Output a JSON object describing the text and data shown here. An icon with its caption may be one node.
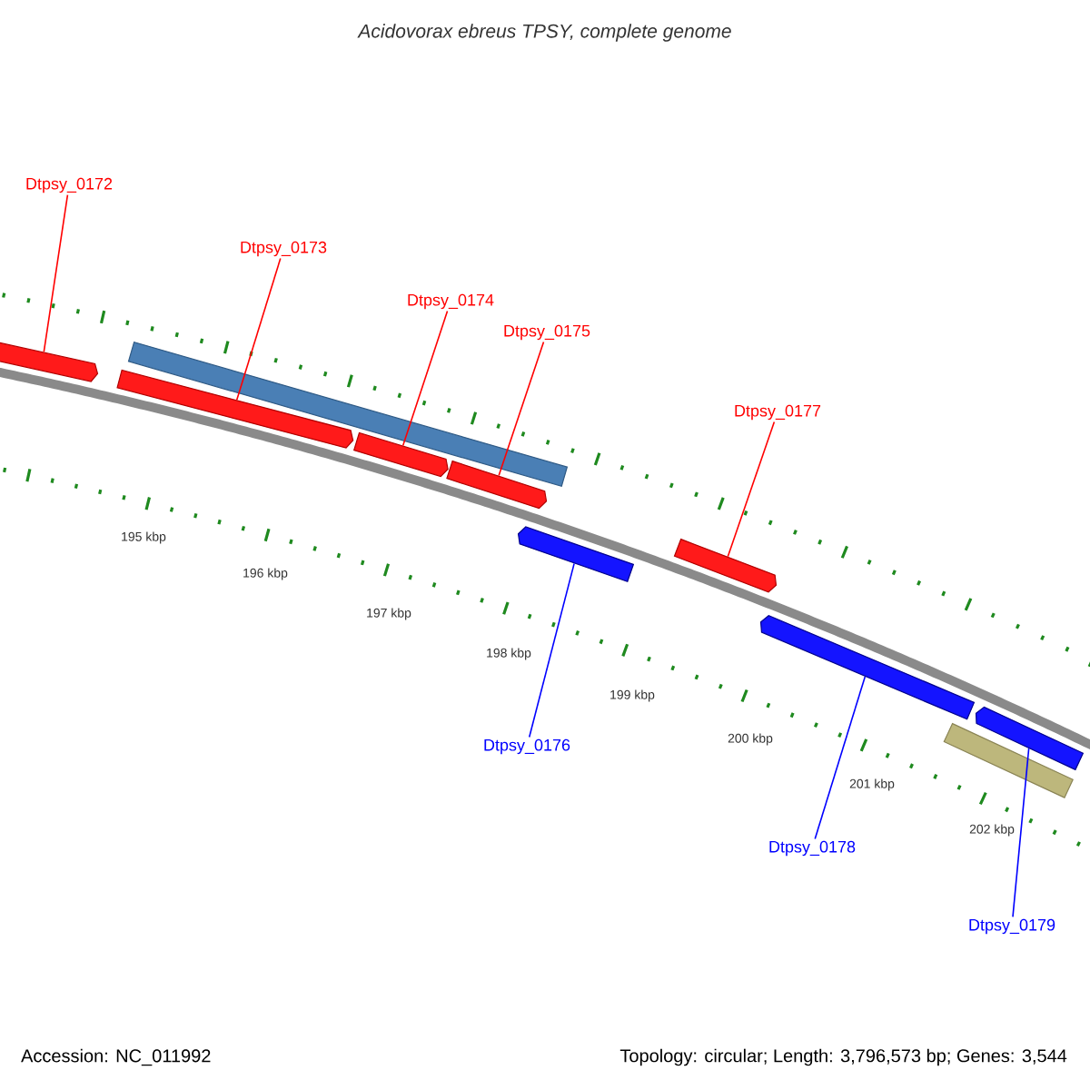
{
  "diagram": {
    "title": "Acidovorax ebreus TPSY, complete genome",
    "nodes": [
      {
        "text": [
          "Dtpsy_0172"
        ]
      },
      {
        "text": [],
        "shape": "box"
      },
      {
        "text": [
          "Dtpsy_0173"
        ]
      },
      {
        "text": [],
        "shape": "box"
      },
      {
        "text": [],
        "shape": "bar"
      },
      {
        "text": [
          "Dtpsy_0174"
        ]
      },
      {
        "text": [],
        "shape": "box"
      },
      {
        "text": [
          "Dtpsy_0175"
        ]
      },
      {
        "text": [],
        "shape": "box"
      },
      {
        "text": [
          "Dtpsy_0177"
        ]
      },
      {
        "text": [],
        "shape": "box"
      },
      {
        "text": [
          "Dtpsy_0176"
        ]
      },
      {
        "text": [],
        "shape": "box"
      },
      {
        "text": [
          "Dtpsy_0178"
        ]
      },
      {
        "text": [],
        "shape": "box"
      },
      {
        "text": [
          "Dtpsy_0179"
        ]
      },
      {
        "text": [],
        "shape": "box"
      },
      {
        "text": [],
        "shape": "bar"
      }
    ],
    "edges": [
      {
        "from": 0,
        "to": 1,
        "arrow": "none"
      },
      {
        "from": 2,
        "to": 3,
        "arrow": "none"
      },
      {
        "from": 5,
        "to": 6,
        "arrow": "none"
      },
      {
        "from": 7,
        "to": 8,
        "arrow": "none"
      },
      {
        "from": 9,
        "to": 10,
        "arrow": "none"
      },
      {
        "from": 11,
        "to": 12,
        "arrow": "none",
        "color": "#0000ff"
      },
      {
        "from": 13,
        "to": 14,
        "arrow": "none",
        "color": "#0000ff"
      },
      {
        "from": 15,
        "to": 16,
        "arrow": "none",
        "color": "#0000ff"
      }
    ],
    "labels": [
      "195 kbp",
      "196 kbp",
      "197 kbp",
      "198 kbp",
      "199 kbp",
      "200 kbp",
      "201 kbp",
      "202 kbp",
      "Accession: NC_011992",
      "Topology: circular; Length: 3,796,573 bp; Genes: 3,544"
    ]
  }
}
